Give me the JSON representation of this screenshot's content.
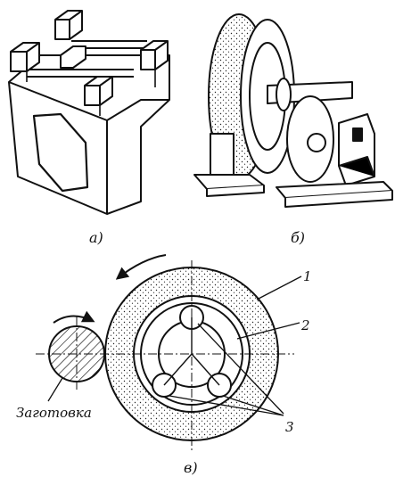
{
  "figure": {
    "panels": {
      "a": {
        "label": "а)"
      },
      "b": {
        "label": "б)"
      },
      "c": {
        "label": "в)"
      }
    },
    "callouts": {
      "one": "1",
      "two": "2",
      "three": "3",
      "workpiece": "Заготовка"
    }
  }
}
